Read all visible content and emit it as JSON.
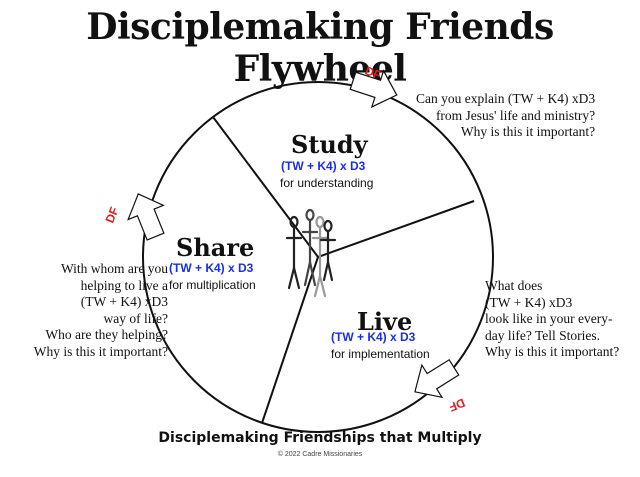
{
  "title": "Disciplemaking Friends  Flywheel",
  "segments": {
    "study": {
      "title": "Study",
      "formula": "(TW + K4) x D3",
      "purpose": "for understanding",
      "question_lines": [
        "Can you explain (TW + K4) xD3",
        "from Jesus' life and ministry?",
        "Why is this it important?"
      ]
    },
    "share": {
      "title": "Share",
      "formula": "(TW + K4) x D3",
      "purpose": "for multiplication",
      "question_lines": [
        "With whom are you",
        "helping to live a",
        "(TW + K4) xD3",
        "way of life?",
        "Who are they helping?",
        "Why is this it important?"
      ]
    },
    "live": {
      "title": "Live",
      "formula": "(TW + K4) x D3",
      "purpose": "for implementation",
      "question_lines": [
        "What does",
        "(TW + K4) xD3",
        "look like in your every-",
        "day life? Tell Stories.",
        "Why is this it important?"
      ]
    }
  },
  "arrow_label": "DF",
  "footer": "Disciplemaking Friendships that Multiply",
  "copyright": "© 2022 Cadre Missionaries",
  "colors": {
    "formula": "#1a2ee6",
    "arrow_label": "#e02020",
    "line": "#111111"
  },
  "icons": [
    "figures-icon",
    "arrow-icon"
  ]
}
